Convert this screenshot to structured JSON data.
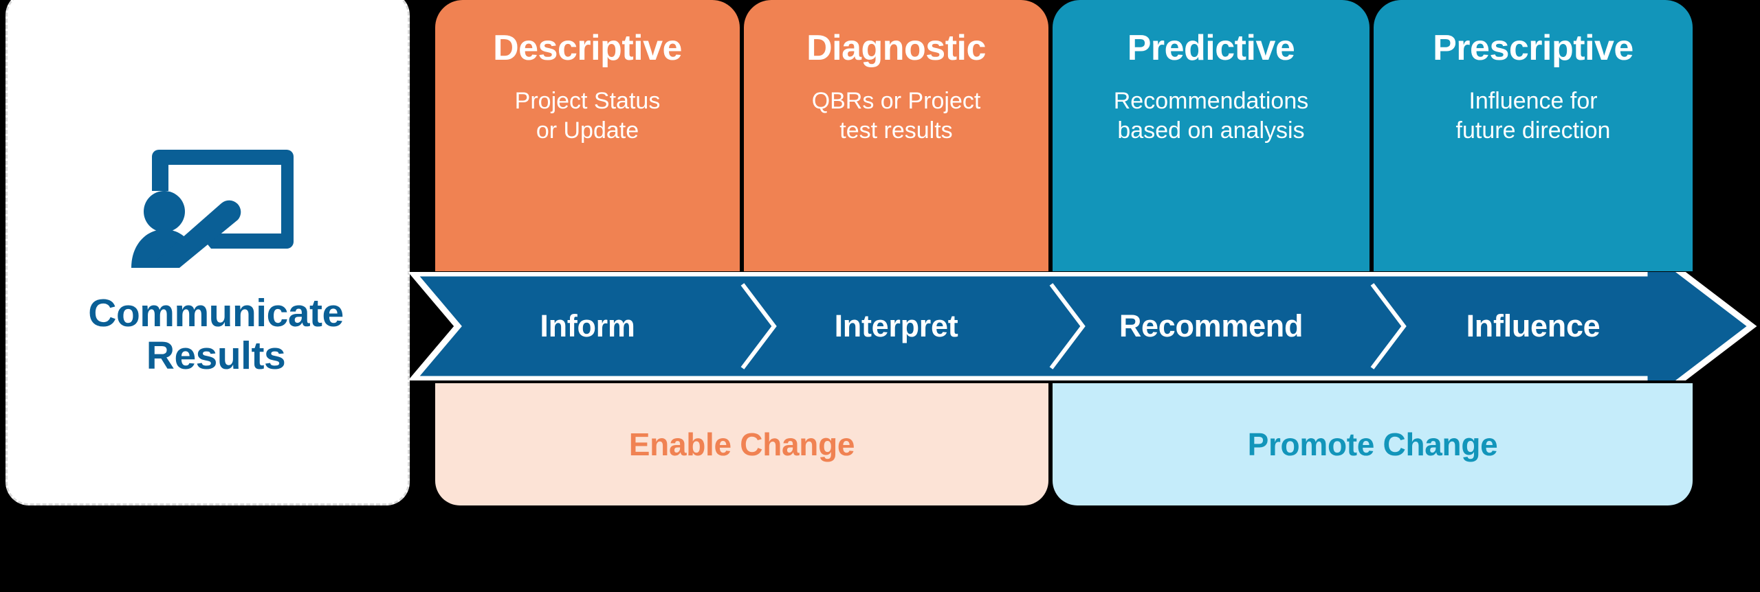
{
  "left_panel": {
    "icon": "presenter-whiteboard-icon",
    "title_line1": "Communicate",
    "title_line2": "Results",
    "icon_color": "#0a5f96",
    "title_color": "#0a5f96",
    "border_style": "dashed",
    "border_color": "#d8d8d8"
  },
  "colors": {
    "orange": "#F08252",
    "teal": "#1295BA",
    "dark_blue": "#0A5F96",
    "light_orange": "#FCE3D6",
    "light_blue": "#C5ECFA",
    "white": "#FFFFFF"
  },
  "cards": [
    {
      "title": "Descriptive",
      "sub_line1": "Project Status",
      "sub_line2": "or Update",
      "color": "#F08252",
      "tone": "orange"
    },
    {
      "title": "Diagnostic",
      "sub_line1": "QBRs or Project",
      "sub_line2": "test results",
      "color": "#F08252",
      "tone": "orange"
    },
    {
      "title": "Predictive",
      "sub_line1": "Recommendations",
      "sub_line2": "based on analysis",
      "color": "#1295BA",
      "tone": "teal"
    },
    {
      "title": "Prescriptive",
      "sub_line1": "Influence for",
      "sub_line2": "future direction",
      "color": "#1295BA",
      "tone": "teal"
    }
  ],
  "arrow_band": {
    "fill": "#0A5F96",
    "text_color": "#FFFFFF",
    "steps": [
      "Inform",
      "Interpret",
      "Recommend",
      "Influence"
    ]
  },
  "footers": [
    {
      "label": "Enable Change",
      "background": "#FCE3D6",
      "text_color": "#F08252"
    },
    {
      "label": "Promote Change",
      "background": "#C5ECFA",
      "text_color": "#1295BA"
    }
  ]
}
